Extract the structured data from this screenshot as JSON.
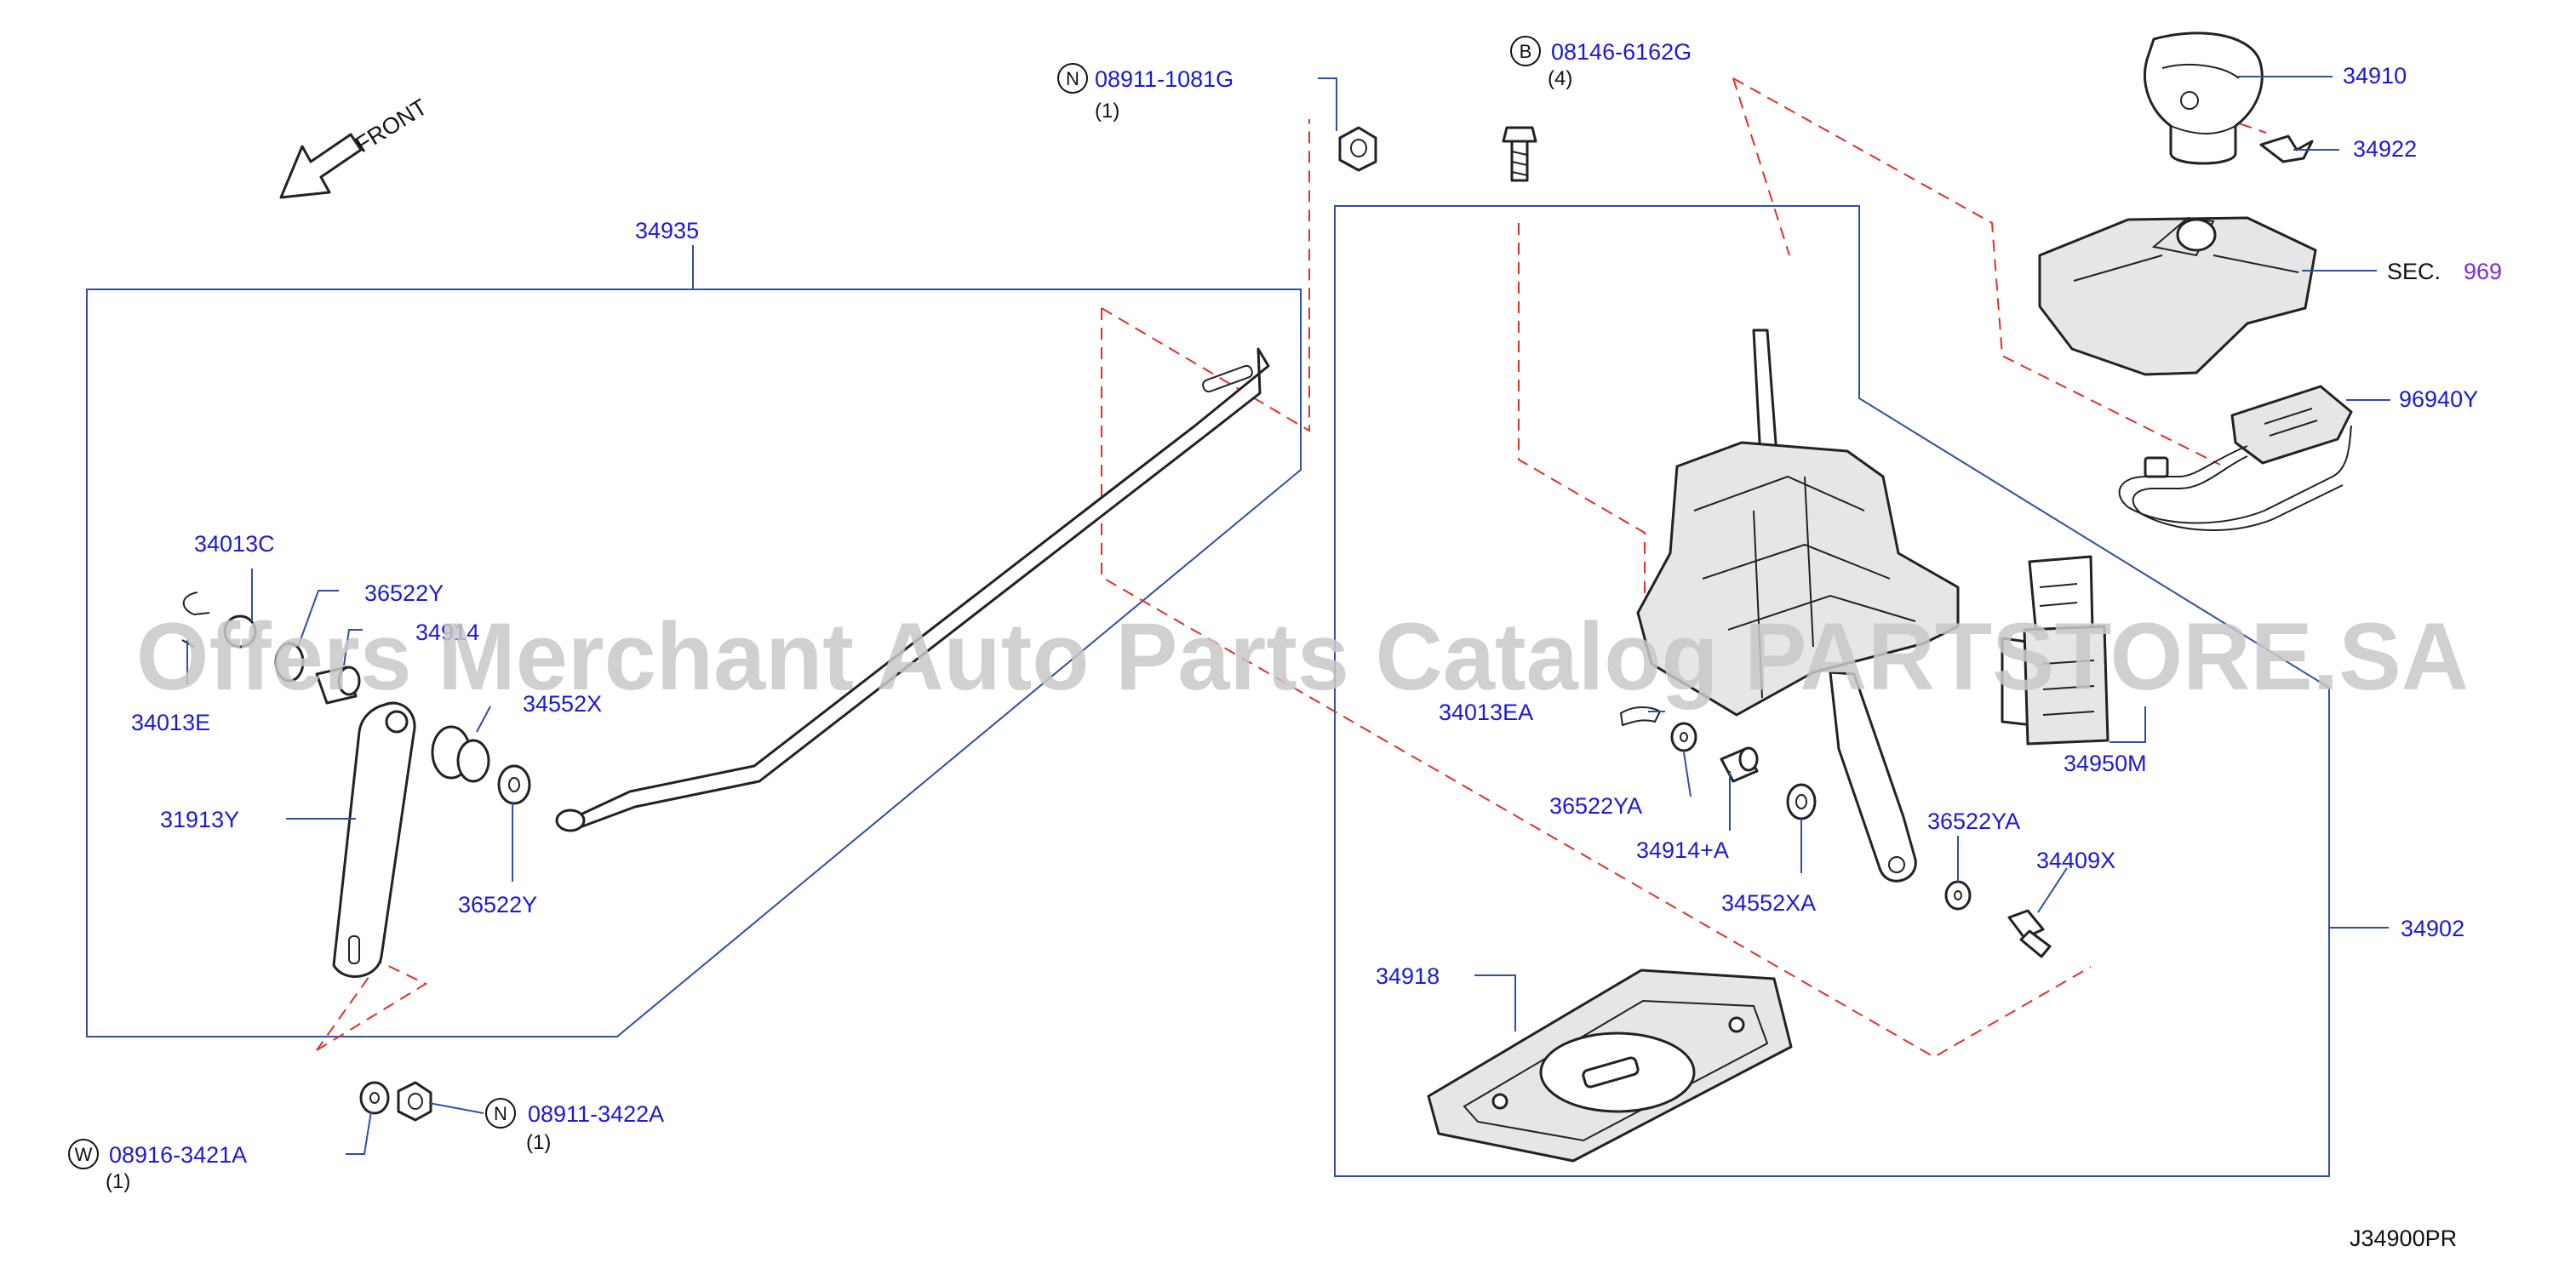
{
  "front_label": "FRONT",
  "watermark": "Offers Merchant Auto Parts Catalog PARTSTORE.SA",
  "diagram_id": "J34900PR",
  "callouts": {
    "c_34935": "34935",
    "c_34013C": "34013C",
    "c_36522Y_top": "36522Y",
    "c_34914": "34914",
    "c_34013E": "34013E",
    "c_34552X": "34552X",
    "c_31913Y": "31913Y",
    "c_36522Y_bot": "36522Y",
    "c_08911_1081G": "08911-1081G",
    "c_08146_6162G": "08146-6162G",
    "c_34910": "34910",
    "c_34922": "34922",
    "c_sec": "SEC.",
    "c_969": "969",
    "c_96940Y": "96940Y",
    "c_34013EA": "34013EA",
    "c_34950M": "34950M",
    "c_36522YA_left": "36522YA",
    "c_34914A": "34914+A",
    "c_36522YA_right": "36522YA",
    "c_34409X": "34409X",
    "c_34552XA": "34552XA",
    "c_34902": "34902",
    "c_34918": "34918",
    "c_08911_3422A": "08911-3422A",
    "c_08916_3421A": "08916-3421A"
  },
  "badges": {
    "n_top": "N",
    "b_top": "B",
    "n_bottom": "N",
    "w_bottom": "W"
  },
  "quantities": {
    "q_08911_1081G": "(1)",
    "q_08146_6162G": "(4)",
    "q_08911_3422A": "(1)",
    "q_08916_3421A": "(1)"
  },
  "colors": {
    "callout": "#1a1ad6",
    "box_line": "#2f4fa6",
    "dashed_line": "#e0302a",
    "section_ref": "#7a2bd8"
  }
}
